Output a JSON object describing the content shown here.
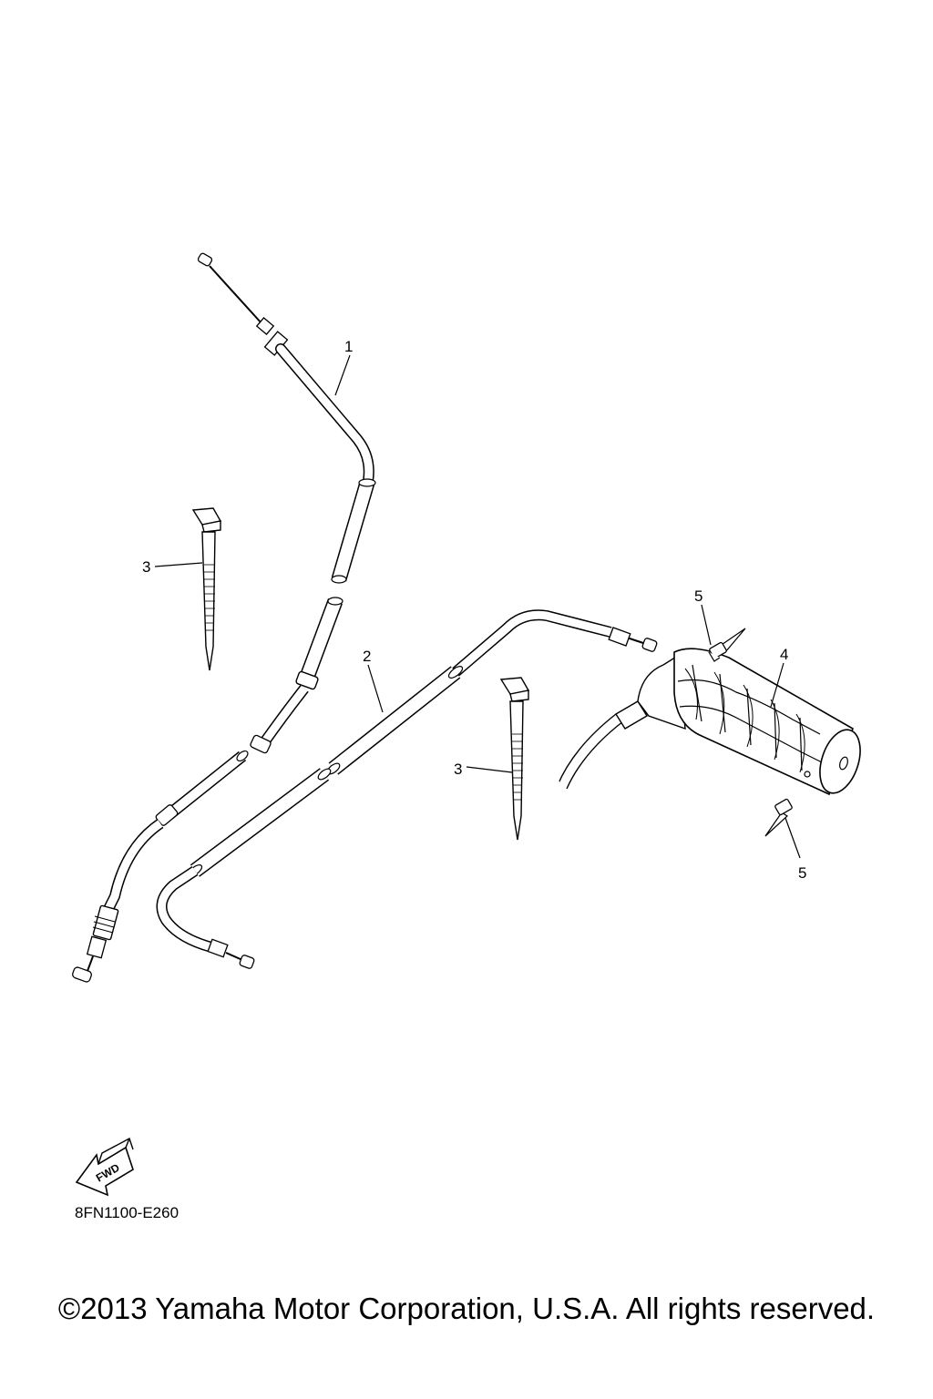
{
  "callouts": {
    "part_1": "1",
    "part_2": "2",
    "part_3_upper": "3",
    "part_3_lower": "3",
    "part_4": "4",
    "part_5_upper": "5",
    "part_5_lower": "5"
  },
  "fwd_label": "FWD",
  "diagram_code": "8FN1100-E260",
  "copyright": "©2013 Yamaha Motor Corporation, U.S.A. All rights reserved."
}
